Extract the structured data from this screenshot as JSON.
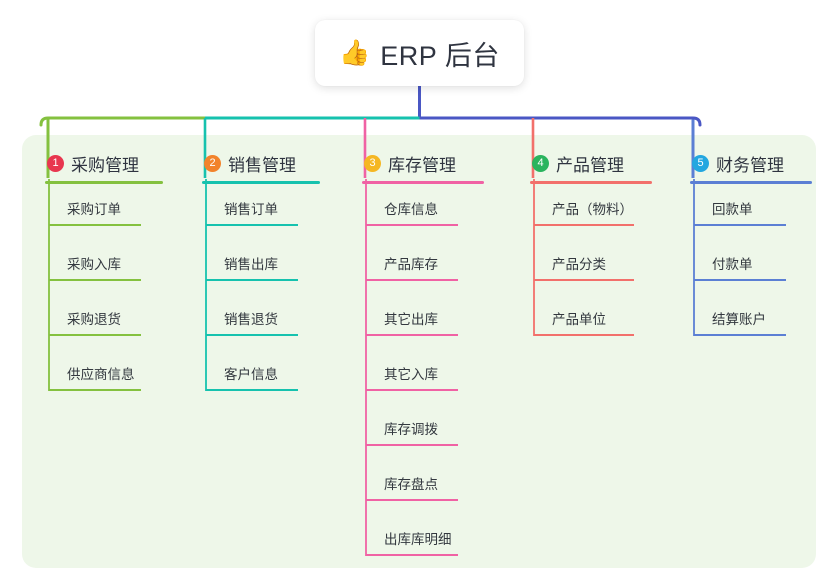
{
  "diagram": {
    "type": "mind-map",
    "root": {
      "icon": "thumbs-up-icon",
      "emoji": "👍",
      "title": "ERP 后台"
    },
    "panel_color": "#eef7e9",
    "branches": [
      {
        "number": "1",
        "title": "采购管理",
        "badge_color": "#e8364f",
        "line_color": "#84c13f",
        "items": [
          "采购订单",
          "采购入库",
          "采购退货",
          "供应商信息"
        ]
      },
      {
        "number": "2",
        "title": "销售管理",
        "badge_color": "#f2832b",
        "line_color": "#16c2ae",
        "items": [
          "销售订单",
          "销售出库",
          "销售退货",
          "客户信息"
        ]
      },
      {
        "number": "3",
        "title": "库存管理",
        "badge_color": "#f5b723",
        "line_color": "#f062a4",
        "items": [
          "仓库信息",
          "产品库存",
          "其它出库",
          "其它入库",
          "库存调拨",
          "库存盘点",
          "出库库明细"
        ]
      },
      {
        "number": "4",
        "title": "产品管理",
        "badge_color": "#2ab45e",
        "line_color": "#f2706b",
        "items": [
          "产品（物料）",
          "产品分类",
          "产品单位"
        ]
      },
      {
        "number": "5",
        "title": "财务管理",
        "badge_color": "#23a7e0",
        "line_color": "#5b7fd4",
        "items": [
          "回款单",
          "付款单",
          "结算账户"
        ]
      }
    ],
    "bus": {
      "stem_color": "#4a57c4",
      "segments": [
        {
          "color": "#84c13f"
        },
        {
          "color": "#16c2ae"
        },
        {
          "color": "#4a57c4"
        },
        {
          "color": "#4a57c4"
        },
        {
          "color": "#5b7fd4"
        }
      ]
    }
  }
}
